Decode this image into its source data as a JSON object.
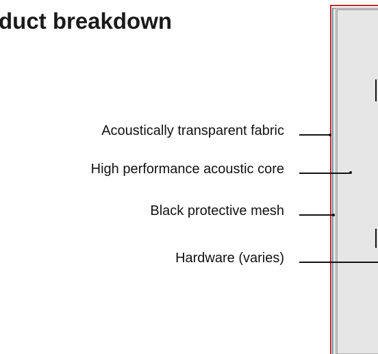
{
  "diagram": {
    "title": "duct breakdown",
    "callouts": [
      {
        "id": "fabric",
        "label": "Acoustically transparent fabric"
      },
      {
        "id": "core",
        "label": "High performance acoustic core"
      },
      {
        "id": "mesh",
        "label": "Black protective mesh"
      },
      {
        "id": "hardware",
        "label": "Hardware (varies)"
      }
    ],
    "colors": {
      "fabric_edge": "#c0272d",
      "mesh_edge": "#5aa9b8",
      "core_fill": "#e6e6e6",
      "leader": "#111111"
    }
  }
}
